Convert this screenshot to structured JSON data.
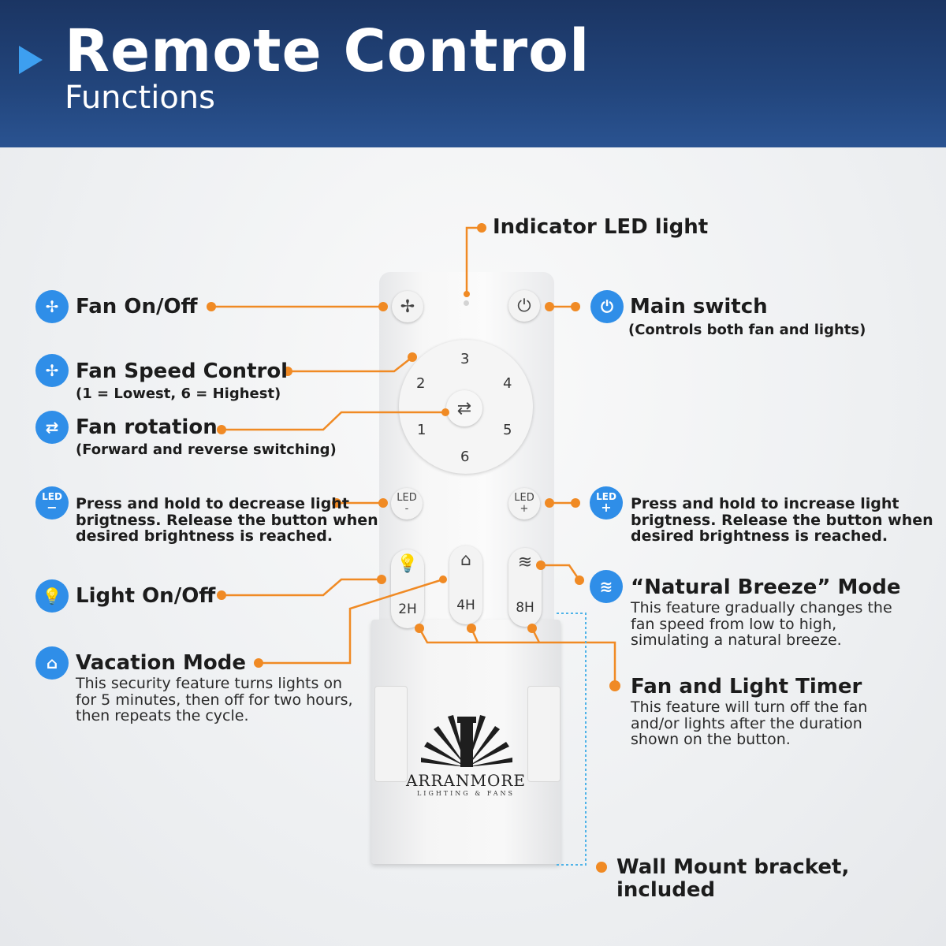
{
  "header": {
    "title": "Remote Control",
    "subtitle": "Functions"
  },
  "colors": {
    "header_bg": "#1f3e72",
    "accent_blue": "#2f8ee8",
    "callout_orange": "#f08a24",
    "dotted_blue": "#4fb3e8"
  },
  "callouts": {
    "indicator_led": {
      "label": "Indicator LED light"
    },
    "fan_on_off": {
      "label": "Fan On/Off",
      "icon": "fan-icon"
    },
    "main_switch": {
      "label": "Main switch",
      "sub": "(Controls both fan and lights)",
      "icon": "power-icon"
    },
    "fan_speed": {
      "label": "Fan Speed Control",
      "sub": "(1 = Lowest, 6 = Highest)",
      "icon": "fan-speed-icon"
    },
    "fan_rotation": {
      "label": "Fan rotation",
      "sub": "(Forward and reverse switching)",
      "icon": "rotation-icon"
    },
    "led_decrease": {
      "line1": "Press and hold to decrease light",
      "line2": "brigtness. Release the button when",
      "line3": "desired brightness is reached.",
      "icon_text": "LED",
      "icon_sign": "−"
    },
    "led_increase": {
      "line1": "Press and hold to increase light",
      "line2": "brigtness. Release the button when",
      "line3": "desired brightness is reached.",
      "icon_text": "LED",
      "icon_sign": "+"
    },
    "light_on_off": {
      "label": "Light On/Off",
      "icon": "bulb-icon"
    },
    "natural_breeze": {
      "label": "“Natural Breeze” Mode",
      "line1": "This feature gradually changes the",
      "line2": "fan speed from low to high,",
      "line3": "simulating a natural breeze.",
      "icon": "breeze-icon"
    },
    "vacation": {
      "label": "Vacation Mode",
      "line1": "This security feature turns lights on",
      "line2": "for 5 minutes, then off for two hours,",
      "line3": "then repeats the cycle.",
      "icon": "house-icon"
    },
    "timer": {
      "label": "Fan and Light Timer",
      "line1": "This feature will turn off the fan",
      "line2": "and/or lights after the duration",
      "line3": "shown on the button."
    },
    "wall_mount": {
      "line1": "Wall Mount bracket,",
      "line2": "included"
    }
  },
  "remote": {
    "dial_numbers": [
      "1",
      "2",
      "3",
      "4",
      "5",
      "6"
    ],
    "led_text": "LED",
    "led_minus": "-",
    "led_plus": "+",
    "timers": [
      "2H",
      "4H",
      "8H"
    ],
    "brand": "ARRANMORE",
    "brand_sub": "LIGHTING & FANS"
  }
}
